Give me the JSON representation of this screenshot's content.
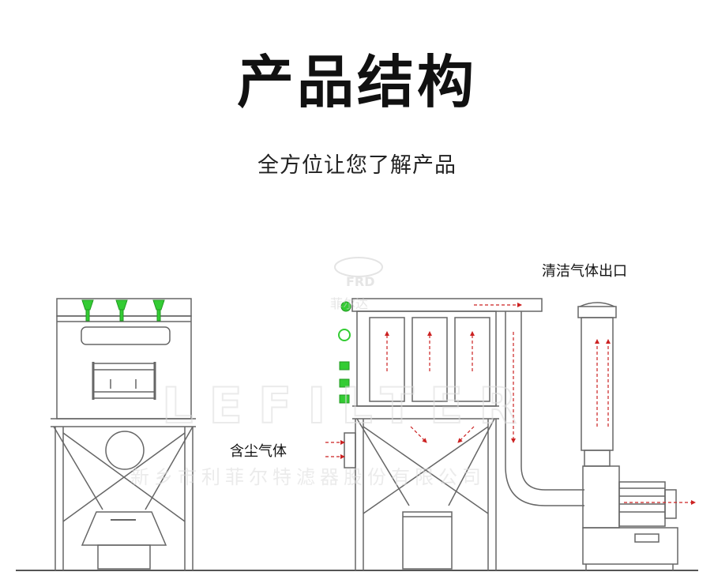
{
  "header": {
    "title": "产品结构",
    "subtitle": "全方位让您了解产品"
  },
  "labels": {
    "clean_gas_outlet": "清洁气体出口",
    "dusty_gas_inlet": "含尘气体"
  },
  "watermark": {
    "logo_text": "FRD",
    "logo_cn": "菲尔达",
    "line": "LEFILTER",
    "company": "新乡市利菲尔特滤器股份有限公司"
  },
  "colors": {
    "line": "#666666",
    "arrow": "#cc2222",
    "valve": "#33cc33",
    "watermark": "#d9d9d9"
  }
}
